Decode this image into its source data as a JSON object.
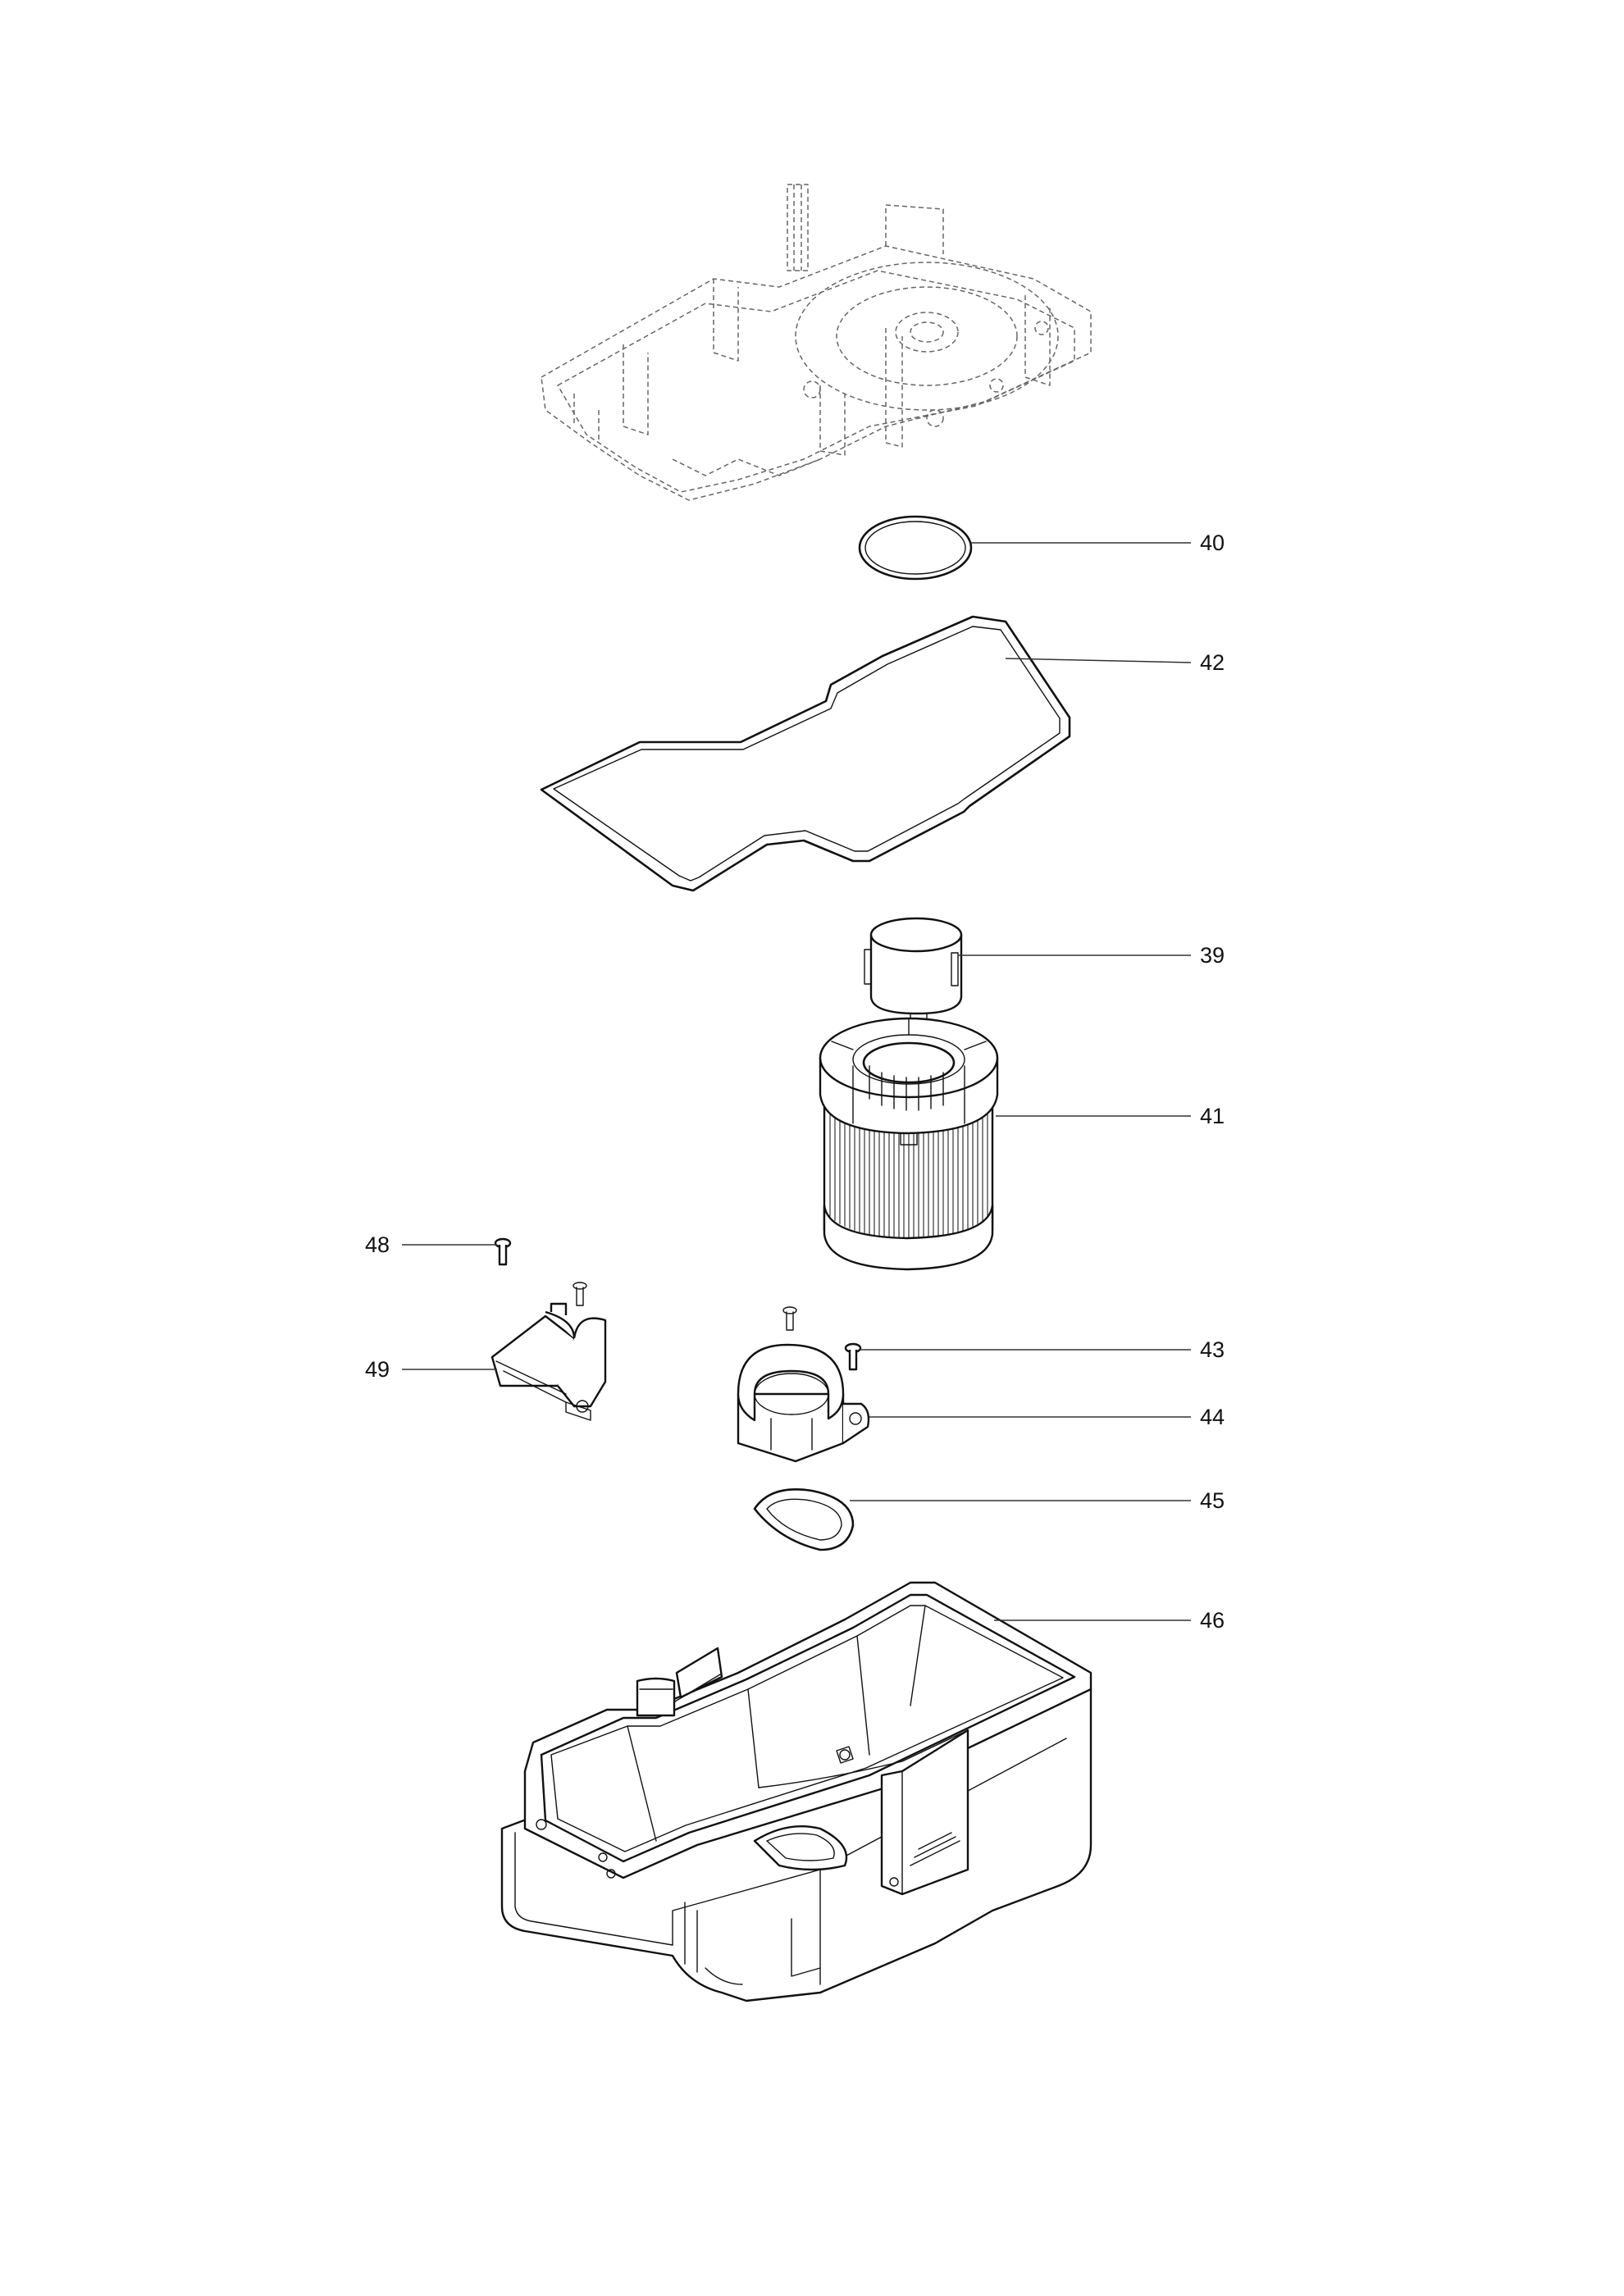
{
  "colors": {
    "line": "#111111",
    "ghost": "#666666",
    "background": "#ffffff"
  },
  "parts": [
    {
      "id": "part-40",
      "label": "40"
    },
    {
      "id": "part-42",
      "label": "42"
    },
    {
      "id": "part-39",
      "label": "39"
    },
    {
      "id": "part-41",
      "label": "41"
    },
    {
      "id": "part-48",
      "label": "48"
    },
    {
      "id": "part-49",
      "label": "49"
    },
    {
      "id": "part-43",
      "label": "43"
    },
    {
      "id": "part-44",
      "label": "44"
    },
    {
      "id": "part-45",
      "label": "45"
    },
    {
      "id": "part-46",
      "label": "46"
    }
  ]
}
